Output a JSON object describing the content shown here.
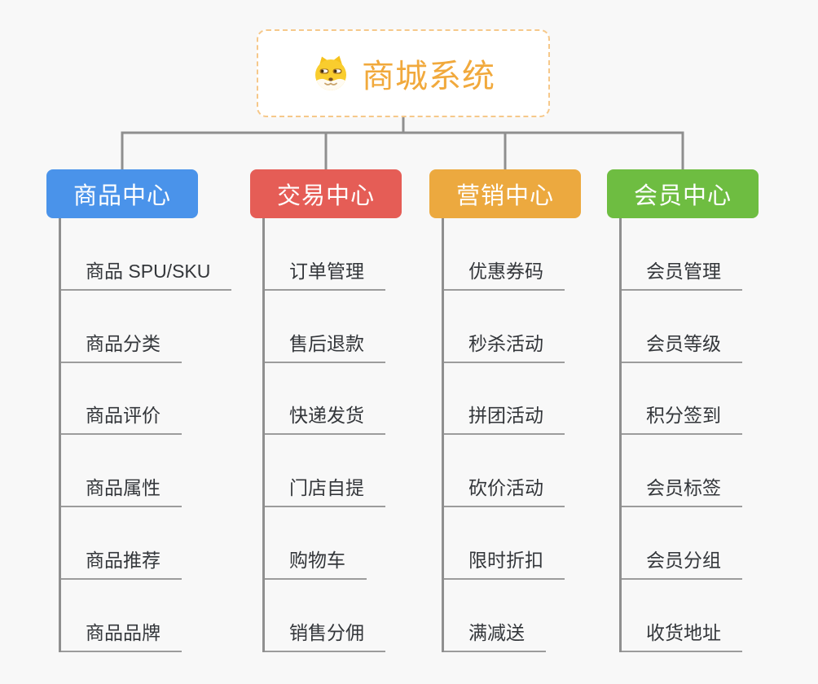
{
  "root": {
    "title": "商城系统",
    "icon": "dog-face"
  },
  "branches": [
    {
      "label": "商品中心",
      "color": "#4a93ea",
      "items": [
        "商品 SPU/SKU",
        "商品分类",
        "商品评价",
        "商品属性",
        "商品推荐",
        "商品品牌"
      ]
    },
    {
      "label": "交易中心",
      "color": "#e55d56",
      "items": [
        "订单管理",
        "售后退款",
        "快递发货",
        "门店自提",
        "购物车",
        "销售分佣"
      ]
    },
    {
      "label": "营销中心",
      "color": "#eca93f",
      "items": [
        "优惠券码",
        "秒杀活动",
        "拼团活动",
        "砍价活动",
        "限时折扣",
        "满减送"
      ]
    },
    {
      "label": "会员中心",
      "color": "#6ebd41",
      "items": [
        "会员管理",
        "会员等级",
        "积分签到",
        "会员标签",
        "会员分组",
        "收货地址"
      ]
    }
  ],
  "colors": {
    "bg": "#f8f8f8",
    "connector": "#8f8f8f",
    "underline": "#9c9c9c",
    "item-text": "#33363a",
    "root-accent": "#f1a93c",
    "root-border": "#f6c88a"
  }
}
